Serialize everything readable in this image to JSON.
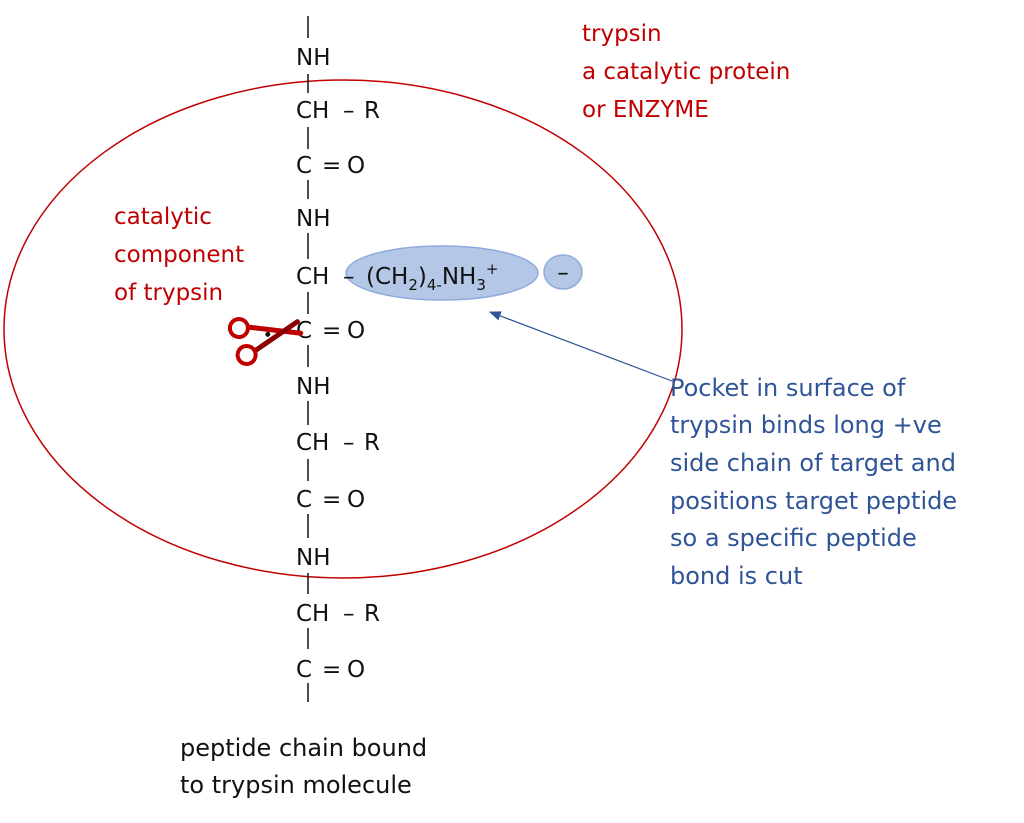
{
  "colors": {
    "enzyme_red": "#c00000",
    "note_blue": "#2f5597",
    "pocket_fill": "#b4c7e7",
    "pocket_stroke": "#8faadc",
    "text": "#111111"
  },
  "enzyme_label": {
    "line1": "trypsin",
    "line2": "a catalytic protein",
    "line3": "or ENZYME"
  },
  "catalytic_label": {
    "line1": "catalytic",
    "line2": "component",
    "line3": "of trypsin"
  },
  "pocket_note": {
    "line1": "Pocket in surface of",
    "line2": "trypsin binds long +ve",
    "line3": "side chain of target and",
    "line4": "positions target peptide",
    "line5": "so a specific peptide",
    "line6": "bond is cut"
  },
  "caption": {
    "line1": "peptide chain bound",
    "line2": "to trypsin molecule"
  },
  "chain": {
    "nh": "NH",
    "ch": "CH",
    "r": "R",
    "c": "C",
    "o": "O",
    "dash": "–",
    "eq": "="
  },
  "side_chain": {
    "ch2_open": "(CH",
    "sub2": "2",
    "ch2_close": ")",
    "sub4": "4-",
    "nh3": "NH",
    "sub3": "3",
    "sup_plus": "+"
  },
  "pocket_charge": "–",
  "icons": {
    "scissors": "scissors-icon"
  }
}
